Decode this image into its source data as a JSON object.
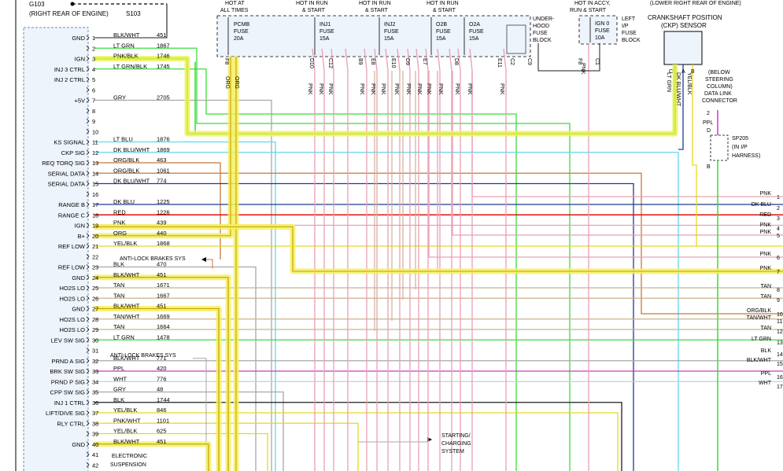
{
  "header": {
    "g103_ref": "G103",
    "g103_loc": "(RIGHT REAR OF ENGINE)",
    "s103": "S103"
  },
  "fuses": {
    "hot_at_all_times_1": "HOT AT",
    "hot_at_all_times_2": "ALL TIMES",
    "hot_run_start_a1": "HOT IN RUN",
    "hot_run_start_a2": "& START",
    "hot_run_start_b1": "HOT IN RUN",
    "hot_run_start_b2": "& START",
    "hot_run_start_c1": "HOT IN RUN",
    "hot_run_start_c2": "& START",
    "hot_accy_1": "HOT IN ACCY,",
    "hot_accy_2": "RUN & START",
    "pcmb": [
      "PCMB",
      "FUSE",
      "20A"
    ],
    "inj1": [
      "INJ1",
      "FUSE",
      "15A"
    ],
    "inj2": [
      "INJ2",
      "FUSE",
      "15A"
    ],
    "o2b": [
      "O2B",
      "FUSE",
      "15A"
    ],
    "o2a": [
      "O2A",
      "FUSE",
      "15A"
    ],
    "ign0": [
      "IGN 0",
      "FUSE",
      "10A"
    ],
    "underhood": [
      "UNDER-",
      "HOOD",
      "FUSE",
      "BLOCK"
    ],
    "left_ip": [
      "LEFT",
      "I/P",
      "FUSE",
      "BLOCK"
    ],
    "pin_labels": [
      "F8",
      "D10",
      "C12",
      "B9",
      "E8",
      "E10",
      "D9",
      "E7",
      "D8",
      "E11",
      "C2",
      "C9",
      "F8",
      "C1"
    ]
  },
  "ckp": {
    "loc": "(LOWER RIGHT REAR OF ENGINE)",
    "title1": "CRANKSHAFT POSITION",
    "title2": "(CKP) SENSOR",
    "pins": [
      "C",
      "A",
      "B"
    ]
  },
  "dlc": {
    "l1": "(BELOW",
    "l2": "STEERING",
    "l3": "COLUMN)",
    "l4": "DATA LINK",
    "l5": "CONNECTOR",
    "pin": "2",
    "wire": "PPL"
  },
  "sp205": {
    "l1": "SP205",
    "l2": "(IN I/P",
    "l3": "HARNESS)",
    "d": "D",
    "b": "B"
  },
  "pcm_pins": [
    {
      "n": "1",
      "sig": "GND",
      "color": "BLK/WHT",
      "circ": "451"
    },
    {
      "n": "2",
      "sig": "",
      "color": "LT GRN",
      "circ": "1867"
    },
    {
      "n": "3",
      "sig": "IGN",
      "color": "PNK/BLK",
      "circ": "1746"
    },
    {
      "n": "4",
      "sig": "INJ 3 CTRL",
      "color": "LT GRN/BLK",
      "circ": "1745"
    },
    {
      "n": "5",
      "sig": "INJ 2 CTRL",
      "color": "",
      "circ": ""
    },
    {
      "n": "6",
      "sig": "",
      "color": "",
      "circ": ""
    },
    {
      "n": "7",
      "sig": "+5V",
      "color": "GRY",
      "circ": "2705"
    },
    {
      "n": "8",
      "sig": "",
      "color": "",
      "circ": ""
    },
    {
      "n": "9",
      "sig": "",
      "color": "",
      "circ": ""
    },
    {
      "n": "10",
      "sig": "",
      "color": "",
      "circ": ""
    },
    {
      "n": "11",
      "sig": "KS SIGNAL",
      "color": "LT BLU",
      "circ": "1876"
    },
    {
      "n": "12",
      "sig": "CKP SIG",
      "color": "DK BLU/WHT",
      "circ": "1869"
    },
    {
      "n": "13",
      "sig": "REQ TORQ SIG",
      "color": "ORG/BLK",
      "circ": "463"
    },
    {
      "n": "14",
      "sig": "SERIAL DATA",
      "color": "ORG/BLK",
      "circ": "1061"
    },
    {
      "n": "15",
      "sig": "SERIAL DATA",
      "color": "DK BLU/WHT",
      "circ": "774"
    },
    {
      "n": "16",
      "sig": "",
      "color": "",
      "circ": ""
    },
    {
      "n": "17",
      "sig": "RANGE B",
      "color": "DK BLU",
      "circ": "1225"
    },
    {
      "n": "18",
      "sig": "RANGE C",
      "color": "RED",
      "circ": "1226"
    },
    {
      "n": "19",
      "sig": "IGN",
      "color": "PNK",
      "circ": "439"
    },
    {
      "n": "20",
      "sig": "B+",
      "color": "ORG",
      "circ": "440"
    },
    {
      "n": "21",
      "sig": "REF LOW",
      "color": "YEL/BLK",
      "circ": "1868"
    },
    {
      "n": "22",
      "sig": "",
      "color": "",
      "circ": ""
    },
    {
      "n": "23",
      "sig": "REF LOW",
      "color": "BLK",
      "circ": "470"
    },
    {
      "n": "24",
      "sig": "GND",
      "color": "BLK/WHT",
      "circ": "451"
    },
    {
      "n": "25",
      "sig": "HO2S LO",
      "color": "TAN",
      "circ": "1671"
    },
    {
      "n": "26",
      "sig": "HO2S LO",
      "color": "TAN",
      "circ": "1667"
    },
    {
      "n": "27",
      "sig": "GND",
      "color": "BLK/WHT",
      "circ": "451"
    },
    {
      "n": "28",
      "sig": "HO2S LO",
      "color": "TAN/WHT",
      "circ": "1669"
    },
    {
      "n": "29",
      "sig": "HO2S LO",
      "color": "TAN",
      "circ": "1664"
    },
    {
      "n": "30",
      "sig": "LEV SW SIG",
      "color": "LT GRN",
      "circ": "1478"
    },
    {
      "n": "31",
      "sig": "",
      "color": "",
      "circ": ""
    },
    {
      "n": "32",
      "sig": "PRND A SIG",
      "color": "BLK/WHT",
      "circ": "771"
    },
    {
      "n": "33",
      "sig": "BRK SW SIG",
      "color": "PPL",
      "circ": "420"
    },
    {
      "n": "34",
      "sig": "PRND P SIG",
      "color": "WHT",
      "circ": "776"
    },
    {
      "n": "35",
      "sig": "CPP SW SIG",
      "color": "GRY",
      "circ": "48"
    },
    {
      "n": "36",
      "sig": "INJ 1 CTRL",
      "color": "BLK",
      "circ": "1744"
    },
    {
      "n": "37",
      "sig": "LIFT/DIVE SIG",
      "color": "YEL/BLK",
      "circ": "846"
    },
    {
      "n": "38",
      "sig": "RLY CTRL",
      "color": "PNK/WHT",
      "circ": "1101"
    },
    {
      "n": "39",
      "sig": "",
      "color": "YEL/BLK",
      "circ": "625"
    },
    {
      "n": "40",
      "sig": "GND",
      "color": "BLK/WHT",
      "circ": "451"
    },
    {
      "n": "41",
      "sig": "",
      "color": "",
      "circ": ""
    },
    {
      "n": "42",
      "sig": "",
      "color": "",
      "circ": ""
    }
  ],
  "refs": {
    "abs1": "ANTI-LOCK BRAKES SYS",
    "abs2": "ANTI-LOCK BRAKES SYS",
    "charging": [
      "STARTING/",
      "CHARGING",
      "SYSTEM"
    ],
    "susp": [
      "ELECTRONIC",
      "SUSPENSION"
    ]
  },
  "outputs": [
    {
      "n": "1",
      "label": "PNK",
      "hex": "#e8a0b4"
    },
    {
      "n": "2",
      "label": "DK BLU",
      "hex": "#1f3c8c"
    },
    {
      "n": "3",
      "label": "RED",
      "hex": "#e01010"
    },
    {
      "n": "4",
      "label": "PNK",
      "hex": "#e8a0b4"
    },
    {
      "n": "5",
      "label": "PNK",
      "hex": "#e8a0b4"
    },
    {
      "n": "6",
      "label": "PNK",
      "hex": "#e8a0b4"
    },
    {
      "n": "7",
      "label": "PNK",
      "hex": "#e8a0b4"
    },
    {
      "n": "8",
      "label": "TAN",
      "hex": "#c8b48c"
    },
    {
      "n": "9",
      "label": "TAN",
      "hex": "#c8b48c"
    },
    {
      "n": "10",
      "label": "ORG/BLK",
      "hex": "#c8783c"
    },
    {
      "n": "11",
      "label": "TAN/WHT",
      "hex": "#c8b48c"
    },
    {
      "n": "12",
      "label": "TAN",
      "hex": "#c8b48c"
    },
    {
      "n": "13",
      "label": "LT GRN",
      "hex": "#3cdc3c"
    },
    {
      "n": "14",
      "label": "BLK",
      "hex": "#1e1e1e"
    },
    {
      "n": "15",
      "label": "BLK/WHT",
      "hex": "#646464"
    },
    {
      "n": "16",
      "label": "PPL",
      "hex": "#c83cc8"
    },
    {
      "n": "17",
      "label": "WHT",
      "hex": "#cccccc"
    }
  ],
  "fuse_wire_labels": [
    "PNK",
    "PNK",
    "PNK",
    "PNK",
    "PNK",
    "PNK",
    "PNK",
    "PNK",
    "PNK",
    "PNK",
    "PNK",
    "PNK",
    "PNK"
  ],
  "ckp_wires": [
    "LT GRN",
    "DK BLU/WHT",
    "YEL/BLK"
  ],
  "top_wire_labels": [
    "ORG",
    "ORG"
  ]
}
